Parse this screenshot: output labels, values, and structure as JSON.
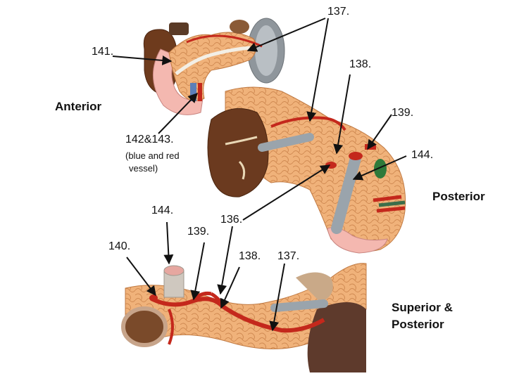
{
  "views": {
    "anterior": "Anterior",
    "posterior": "Posterior",
    "superior_posterior_1": "Superior &",
    "superior_posterior_2": "Posterior"
  },
  "labels": {
    "l137_top": "137.",
    "l141": "141.",
    "l138_top": "138.",
    "l139_top": "139.",
    "l144_right": "144.",
    "l142_143": "142&143.",
    "l142_note_1": "(blue and red",
    "l142_note_2": "vessel)",
    "l136": "136.",
    "l144_bottom": "144.",
    "l140": "140.",
    "l139_bottom": "139.",
    "l138_bottom": "138.",
    "l137_bottom": "137."
  },
  "colors": {
    "pancreas": "#f0b27a",
    "pancreas_dark": "#d98f55",
    "artery": "#c4281c",
    "vein": "#9aa4ac",
    "spleen": "#6b3a1f",
    "duodenum": "#f4b8b0"
  }
}
